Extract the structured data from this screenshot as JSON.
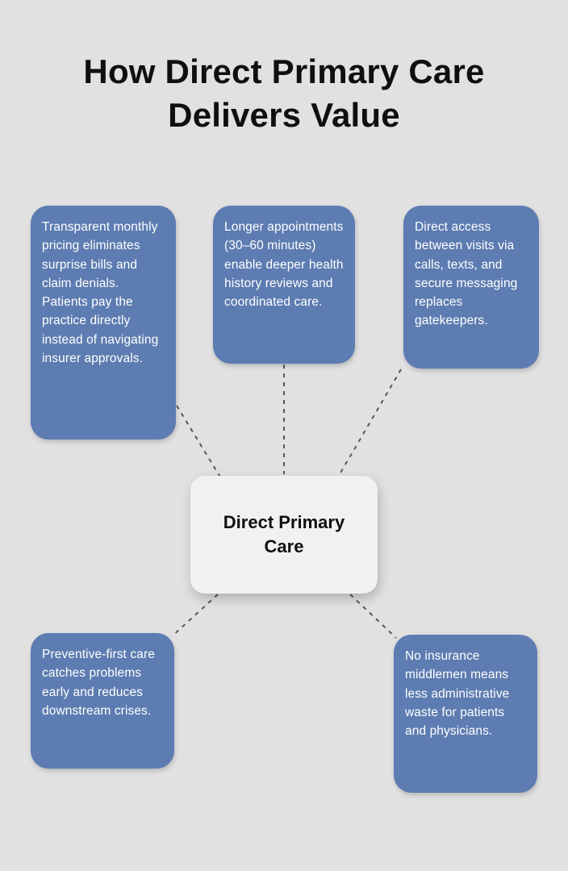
{
  "title": "How Direct Primary Care Delivers Value",
  "center": {
    "label": "Direct Primary Care"
  },
  "nodes": [
    {
      "id": "transparent-pricing",
      "text": "Transparent monthly pricing eliminates surprise bills and claim denials. Patients pay the practice directly instead of navigating insurer approvals."
    },
    {
      "id": "longer-appointments",
      "text": "Longer appointments (30–60 minutes) enable deeper health history reviews and coordinated care."
    },
    {
      "id": "direct-access",
      "text": "Direct access between visits via calls, texts, and secure messaging replaces gatekeepers."
    },
    {
      "id": "preventive-first",
      "text": "Preventive-first care catches problems early and reduces downstream crises."
    },
    {
      "id": "no-insurance-middlemen",
      "text": "No insurance middlemen means less administrative waste for patients and physicians."
    }
  ],
  "colors": {
    "background": "#e1e1e2",
    "node": "#5d7cb1",
    "node_text": "#ffffff",
    "center_bg": "#f1f1f4",
    "center_text": "#101010",
    "connector": "#55585a"
  }
}
